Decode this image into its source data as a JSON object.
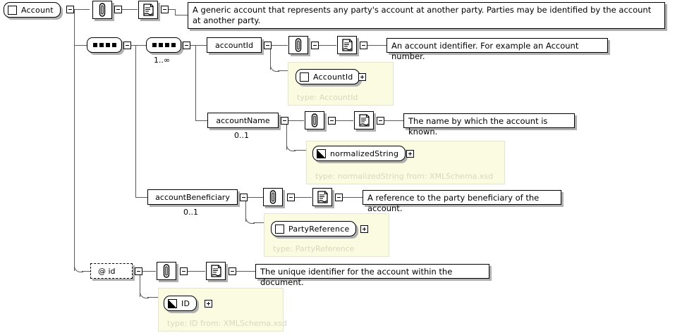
{
  "diagram": {
    "title": "Account",
    "root": {
      "name": "Account",
      "kind": "complexType-element"
    },
    "documentation": {
      "root": "A generic account that represents any party's account at another party. Parties may be identified by the account at another party.",
      "account_id": "An account identifier. For example an Account number.",
      "account_name": "The name by which the account is known.",
      "account_beneficiary": "A reference to the party beneficiary of the account.",
      "id_attribute": "The unique identifier for the account within the document."
    },
    "elements": [
      {
        "name": "accountId",
        "cardinality": "1..∞",
        "type_ref": "AccountId",
        "type_caption": "type: AccountId",
        "type_kind": "complexType"
      },
      {
        "name": "accountName",
        "cardinality": "0..1",
        "type_ref": "normalizedString",
        "type_caption": "type: normalizedString from: XMLSchema.xsd",
        "type_kind": "simpleType"
      },
      {
        "name": "accountBeneficiary",
        "cardinality": "0..1",
        "type_ref": "PartyReference",
        "type_caption": "type: PartyReference",
        "type_kind": "complexType"
      }
    ],
    "attributes": [
      {
        "name": "@ id",
        "type_ref": "ID",
        "type_caption": "type: ID from: XMLSchema.xsd",
        "type_kind": "simpleType"
      }
    ],
    "compositors": [
      {
        "name": "sequence-outer",
        "cardinality": ""
      },
      {
        "name": "sequence-inner",
        "cardinality": "1..∞"
      }
    ],
    "icons": {
      "annotation": "annotation-icon",
      "documentation": "documentation-icon"
    },
    "colors": {
      "type_panel_bg": "#fbfbe2",
      "type_panel_border": "#e4e4cf",
      "type_caption": "#d8d8bb",
      "line": "#5a5a5a",
      "shadow": "#b0b0b0"
    }
  }
}
